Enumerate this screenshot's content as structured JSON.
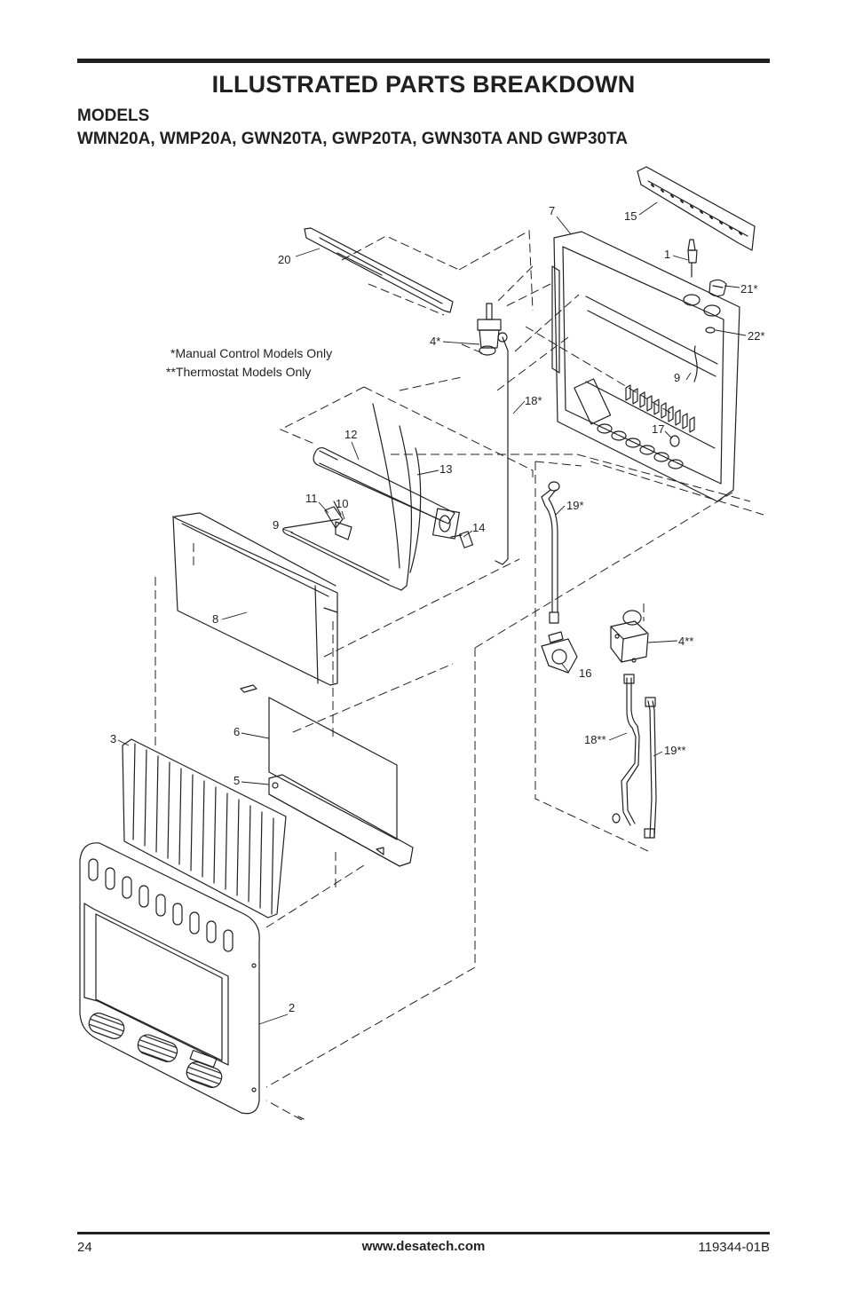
{
  "header": {
    "title": "ILLUSTRATED PARTS BREAKDOWN",
    "models_label": "MODELS",
    "models_list": "WMN20A, WMP20A, GWN20TA, GWP20TA, GWN30TA AND GWP30TA"
  },
  "notes": {
    "manual": "*Manual Control Models Only",
    "thermostat": "**Thermostat Models Only"
  },
  "callouts": {
    "c1": "1",
    "c2": "2",
    "c3": "3",
    "c4m": "4*",
    "c4t": "4**",
    "c5": "5",
    "c6": "6",
    "c7": "7",
    "c8": "8",
    "c9a": "9",
    "c9b": "9",
    "c10": "10",
    "c11": "11",
    "c12": "12",
    "c13": "13",
    "c14": "14",
    "c15": "15",
    "c16": "16",
    "c17": "17",
    "c18m": "18*",
    "c18t": "18**",
    "c19m": "19*",
    "c19t": "19**",
    "c20": "20",
    "c21": "21*",
    "c22": "22*"
  },
  "footer": {
    "page_number": "24",
    "website": "www.desatech.com",
    "doc_number": "119344-01B"
  }
}
